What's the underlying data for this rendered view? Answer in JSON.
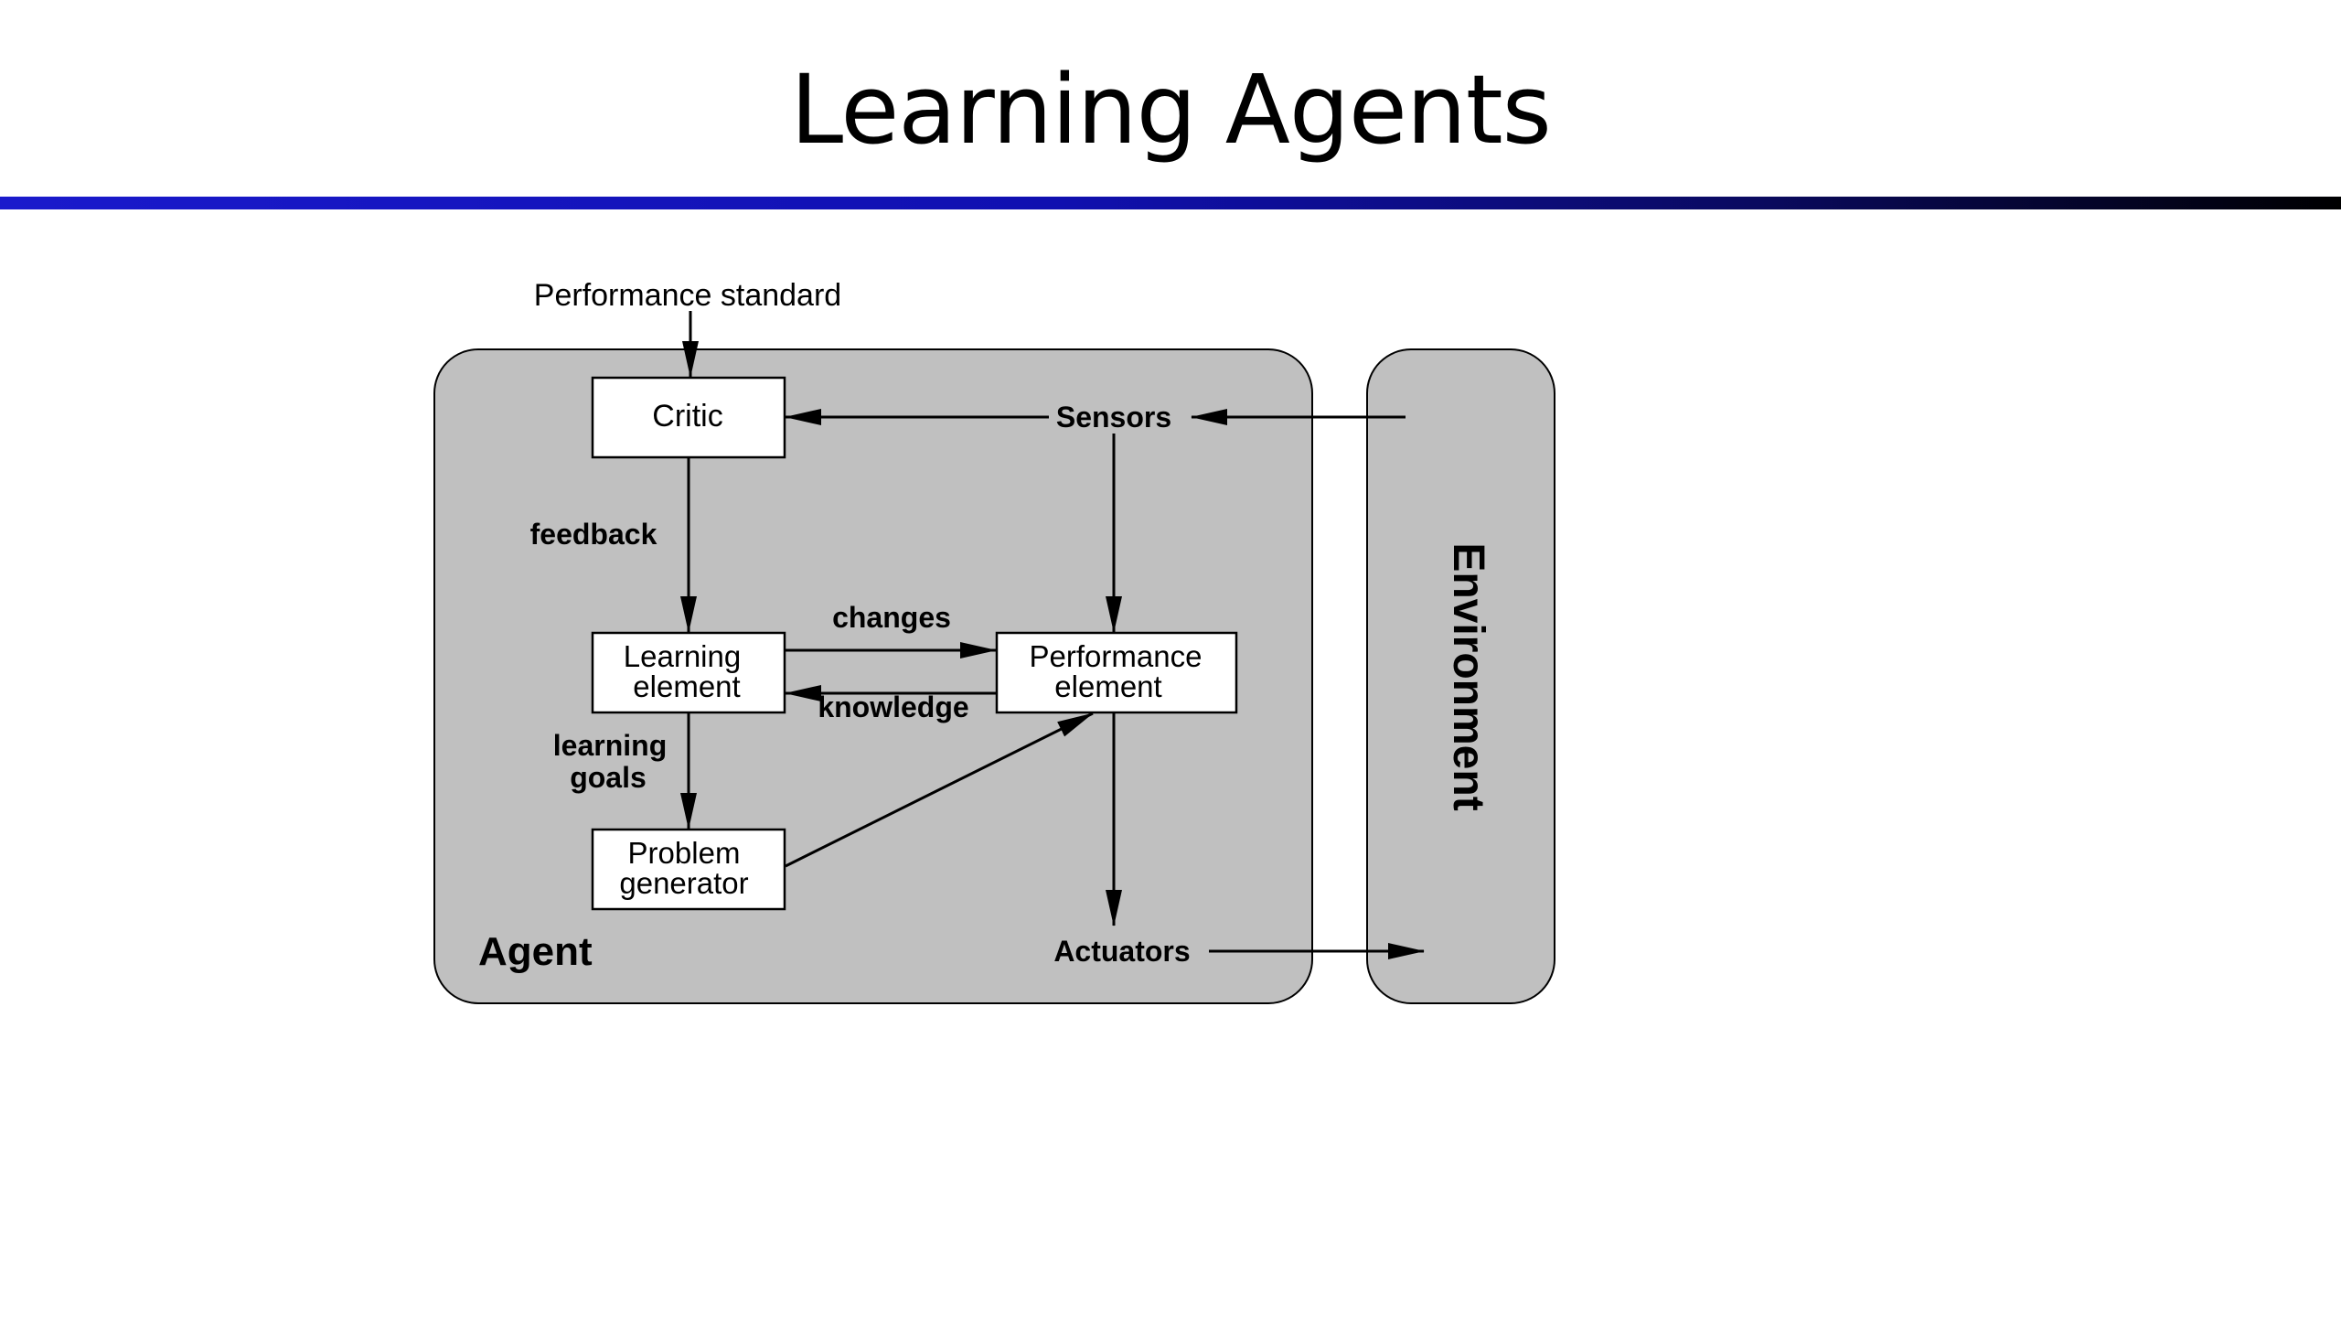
{
  "slide": {
    "title": "Learning Agents"
  },
  "diagram": {
    "performance_standard": "Performance standard",
    "critic": "Critic",
    "sensors": "Sensors",
    "feedback": "feedback",
    "changes": "changes",
    "knowledge": "knowledge",
    "learning_element": [
      "Learning",
      "element"
    ],
    "performance_element": [
      "Performance",
      "element"
    ],
    "learning_goals": [
      "learning",
      "goals"
    ],
    "problem_generator": [
      "Problem",
      "generator"
    ],
    "agent": "Agent",
    "actuators": "Actuators",
    "environment": "Environment"
  },
  "colors": {
    "title_rule_start": "#1a1acc",
    "title_rule_end": "#000000",
    "panel_fill": "#c0c0c0",
    "box_fill": "#ffffff",
    "stroke": "#000000"
  }
}
